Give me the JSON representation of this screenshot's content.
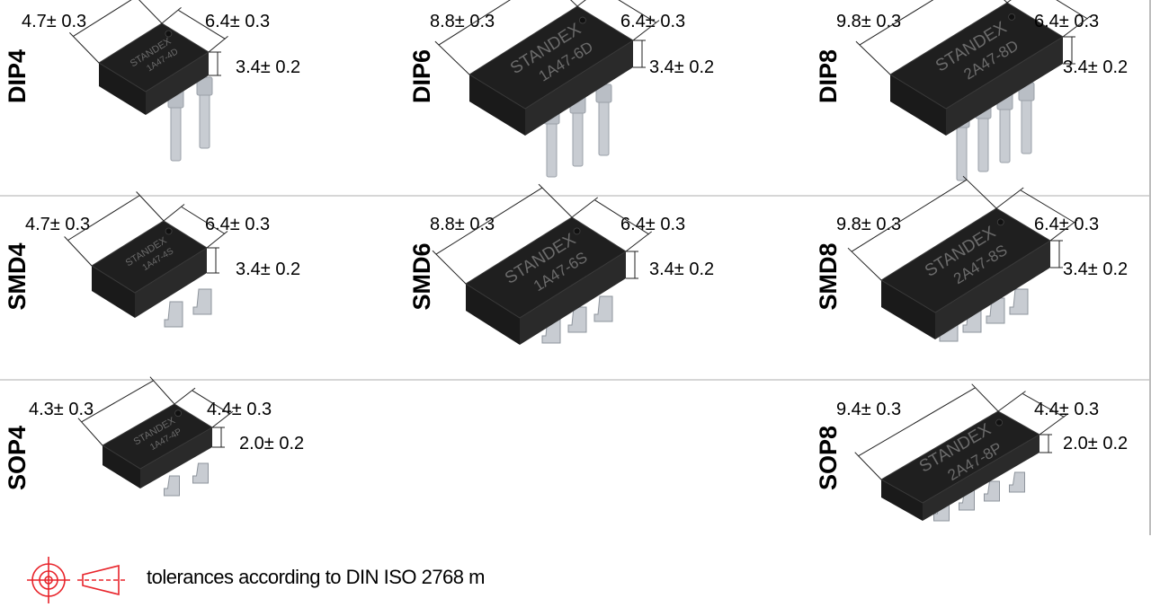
{
  "packages": [
    {
      "name": "DIP4",
      "marking": [
        "STANDEX",
        "1A47-4D"
      ],
      "length": "4.7± 0.3",
      "width": "6.4± 0.3",
      "height": "3.4± 0.2",
      "pins": 2,
      "style": "dip",
      "size": "s"
    },
    {
      "name": "DIP6",
      "marking": [
        "STANDEX",
        "1A47-6D"
      ],
      "length": "8.8± 0.3",
      "width": "6.4± 0.3",
      "height": "3.4± 0.2",
      "pins": 3,
      "style": "dip",
      "size": "m"
    },
    {
      "name": "DIP8",
      "marking": [
        "STANDEX",
        "2A47-8D"
      ],
      "length": "9.8± 0.3",
      "width": "6.4± 0.3",
      "height": "3.4± 0.2",
      "pins": 4,
      "style": "dip",
      "size": "l"
    },
    {
      "name": "SMD4",
      "marking": [
        "STANDEX",
        "1A47-4S"
      ],
      "length": "4.7± 0.3",
      "width": "6.4± 0.3",
      "height": "3.4± 0.2",
      "pins": 2,
      "style": "smd",
      "size": "s"
    },
    {
      "name": "SMD6",
      "marking": [
        "STANDEX",
        "1A47-6S"
      ],
      "length": "8.8± 0.3",
      "width": "6.4± 0.3",
      "height": "3.4± 0.2",
      "pins": 3,
      "style": "smd",
      "size": "m"
    },
    {
      "name": "SMD8",
      "marking": [
        "STANDEX",
        "2A47-8S"
      ],
      "length": "9.8± 0.3",
      "width": "6.4± 0.3",
      "height": "3.4± 0.2",
      "pins": 4,
      "style": "smd",
      "size": "l"
    },
    {
      "name": "SOP4",
      "marking": [
        "STANDEX",
        "1A47-4P"
      ],
      "length": "4.3± 0.3",
      "width": "4.4± 0.3",
      "height": "2.0± 0.2",
      "pins": 2,
      "style": "sop",
      "size": "s"
    },
    {
      "name": "SOP8",
      "marking": [
        "STANDEX",
        "2A47-8P"
      ],
      "length": "9.4± 0.3",
      "width": "4.4± 0.3",
      "height": "2.0± 0.2",
      "pins": 4,
      "style": "sop",
      "size": "l"
    }
  ],
  "footer": {
    "tolerance_text": "tolerances according to DIN ISO 2768 m",
    "projection_symbol": "first-angle-projection-icon"
  },
  "colors": {
    "body": "#2a2a2a",
    "body_top": "#1f1f1f",
    "pin": "#c8ccd2",
    "projection_symbol": "#e8232a"
  }
}
